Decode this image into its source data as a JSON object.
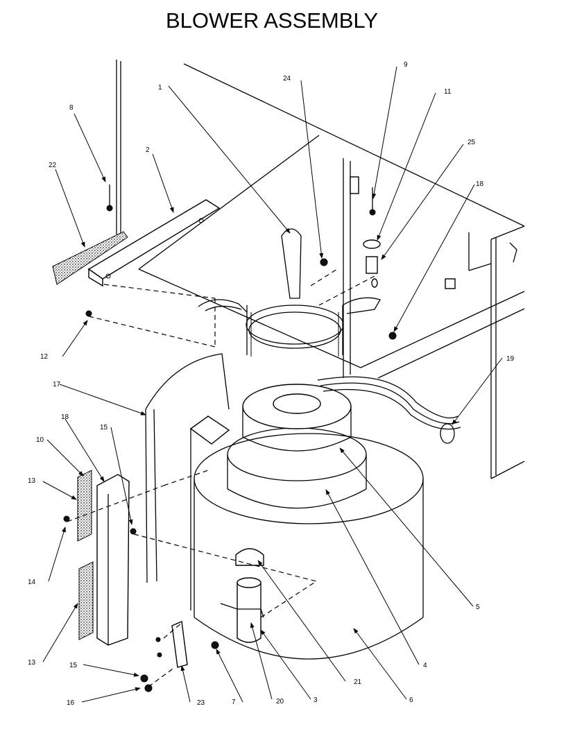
{
  "title": "BLOWER ASSEMBLY",
  "callouts": [
    "1",
    "2",
    "3",
    "4",
    "5",
    "6",
    "7",
    "8",
    "9",
    "10",
    "11",
    "12",
    "13",
    "13",
    "14",
    "15",
    "15",
    "16",
    "17",
    "18",
    "18",
    "19",
    "20",
    "21",
    "22",
    "23",
    "24",
    "25"
  ]
}
